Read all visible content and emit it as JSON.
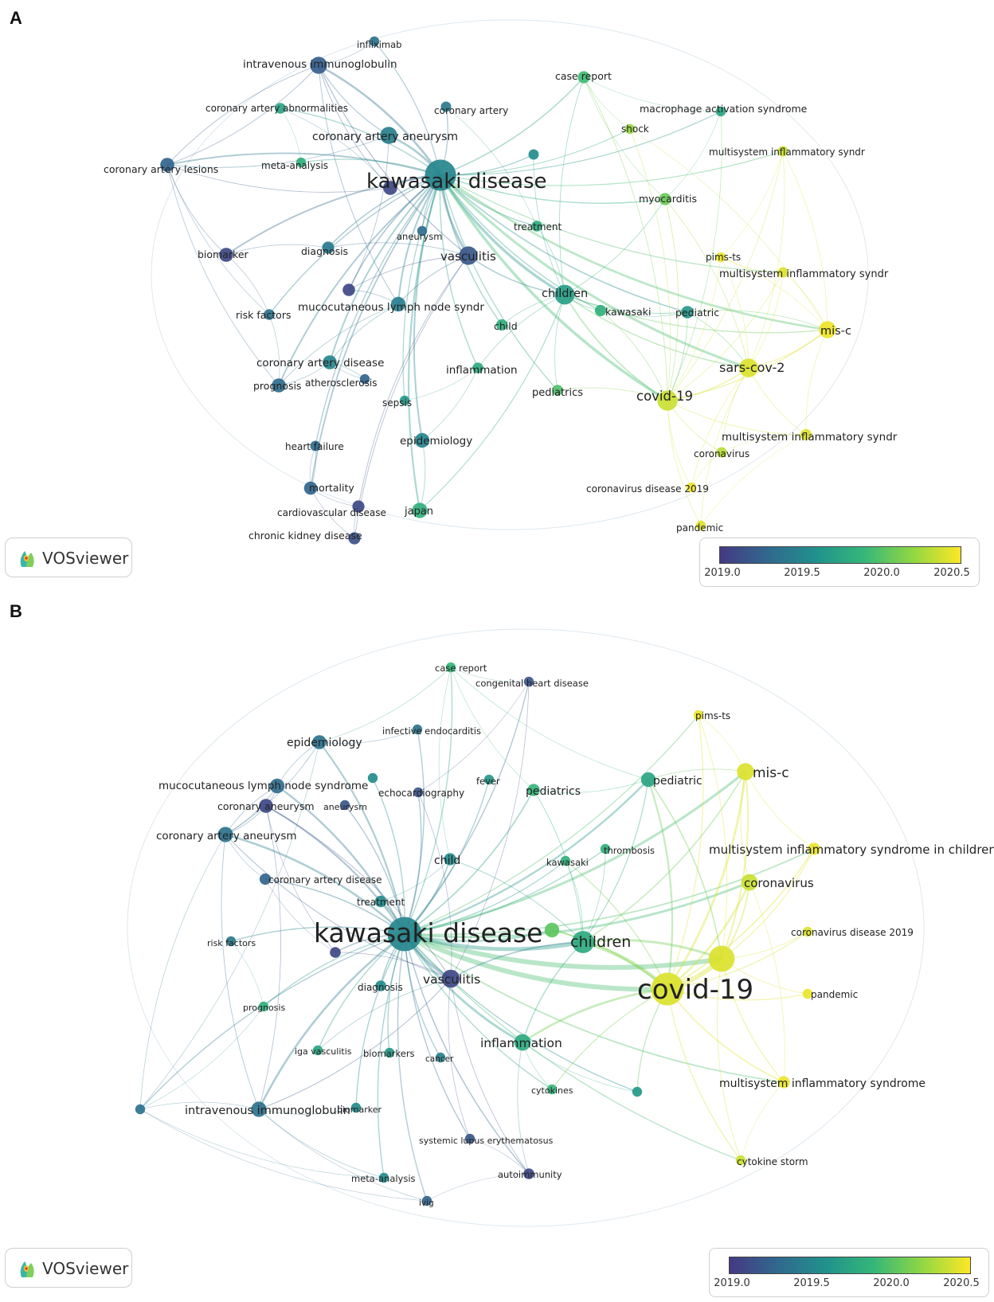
{
  "panels": [
    {
      "letter": "A",
      "logo_text": "VOSviewer",
      "legend_ticks": [
        "2019.0",
        "2019.5",
        "2020.0",
        "2020.5"
      ],
      "nodes": [
        {
          "id": "kd",
          "label": "kawasaki disease",
          "year": 2019.55,
          "weight": 10
        },
        {
          "id": "ivig",
          "label": "intravenous immunoglobulin",
          "year": 2019.25,
          "weight": 3
        },
        {
          "id": "inflix",
          "label": "infliximab",
          "year": 2019.4,
          "weight": 1
        },
        {
          "id": "caab",
          "label": "coronary artery abnormalities",
          "year": 2019.8,
          "weight": 1.2
        },
        {
          "id": "ca",
          "label": "coronary artery",
          "year": 2019.45,
          "weight": 1.1
        },
        {
          "id": "caa",
          "label": "coronary artery aneurysm",
          "year": 2019.5,
          "weight": 3
        },
        {
          "id": "cal",
          "label": "coronary artery lesions",
          "year": 2019.3,
          "weight": 2
        },
        {
          "id": "meta",
          "label": "meta-analysis",
          "year": 2019.9,
          "weight": 1
        },
        {
          "id": "biom",
          "label": "biomarker",
          "year": 2019.1,
          "weight": 2
        },
        {
          "id": "diag",
          "label": "diagnosis",
          "year": 2019.45,
          "weight": 1.5
        },
        {
          "id": "aneur",
          "label": "aneurysm",
          "year": 2019.35,
          "weight": 1
        },
        {
          "id": "vasc",
          "label": "vasculitis",
          "year": 2019.2,
          "weight": 3.5
        },
        {
          "id": "mlns",
          "label": "mucocutaneous lymph node syndr",
          "year": 2019.5,
          "weight": 2.2
        },
        {
          "id": "risk",
          "label": "risk factors",
          "year": 2019.4,
          "weight": 1.2
        },
        {
          "id": "cad",
          "label": "coronary artery disease",
          "year": 2019.55,
          "weight": 2
        },
        {
          "id": "prog",
          "label": "prognosis",
          "year": 2019.35,
          "weight": 2
        },
        {
          "id": "ather",
          "label": "atherosclerosis",
          "year": 2019.3,
          "weight": 1
        },
        {
          "id": "sepsis",
          "label": "sepsis",
          "year": 2019.7,
          "weight": 1
        },
        {
          "id": "infl",
          "label": "inflammation",
          "year": 2019.85,
          "weight": 1.2
        },
        {
          "id": "child",
          "label": "child",
          "year": 2019.9,
          "weight": 1.3
        },
        {
          "id": "children",
          "label": "children",
          "year": 2019.75,
          "weight": 4
        },
        {
          "id": "treat",
          "label": "treatment",
          "year": 2019.85,
          "weight": 1.2
        },
        {
          "id": "epid",
          "label": "epidemiology",
          "year": 2019.55,
          "weight": 2.2
        },
        {
          "id": "hf",
          "label": "heart failure",
          "year": 2019.35,
          "weight": 1.1
        },
        {
          "id": "mort",
          "label": "mortality",
          "year": 2019.3,
          "weight": 1.8
        },
        {
          "id": "cvd",
          "label": "cardiovascular disease",
          "year": 2019.1,
          "weight": 1.5
        },
        {
          "id": "ckd",
          "label": "chronic kidney disease",
          "year": 2019.15,
          "weight": 1.5
        },
        {
          "id": "japan",
          "label": "japan",
          "year": 2019.9,
          "weight": 2.4
        },
        {
          "id": "peds",
          "label": "pediatrics",
          "year": 2020.05,
          "weight": 1.2
        },
        {
          "id": "kawasaki",
          "label": "kawasaki",
          "year": 2019.9,
          "weight": 1.3
        },
        {
          "id": "pediatric",
          "label": "pediatric",
          "year": 2019.7,
          "weight": 1.6
        },
        {
          "id": "myo",
          "label": "myocarditis",
          "year": 2020.15,
          "weight": 1.5
        },
        {
          "id": "shock",
          "label": "shock",
          "year": 2020.3,
          "weight": 1
        },
        {
          "id": "mas",
          "label": "macrophage activation syndrome",
          "year": 2019.8,
          "weight": 1
        },
        {
          "id": "caserep",
          "label": "case report",
          "year": 2020.0,
          "weight": 1.5
        },
        {
          "id": "mis1",
          "label": "multisystem inflammatory syndr",
          "year": 2020.45,
          "weight": 1.1
        },
        {
          "id": "pims",
          "label": "pims-ts",
          "year": 2020.55,
          "weight": 1
        },
        {
          "id": "mis2",
          "label": "multisystem inflammatory syndr",
          "year": 2020.5,
          "weight": 1.1
        },
        {
          "id": "misc",
          "label": "mis-c",
          "year": 2020.55,
          "weight": 3
        },
        {
          "id": "sars",
          "label": "sars-cov-2",
          "year": 2020.5,
          "weight": 3.6
        },
        {
          "id": "covid",
          "label": "covid-19",
          "year": 2020.45,
          "weight": 4.2
        },
        {
          "id": "mis3",
          "label": "multisystem inflammatory syndr",
          "year": 2020.5,
          "weight": 1.3
        },
        {
          "id": "corona",
          "label": "coronavirus",
          "year": 2020.4,
          "weight": 1.1
        },
        {
          "id": "cd2019",
          "label": "coronavirus disease 2019",
          "year": 2020.55,
          "weight": 1
        },
        {
          "id": "pandemic",
          "label": "pandemic",
          "year": 2020.5,
          "weight": 1
        },
        {
          "id": "u1",
          "label": "",
          "year": 2019.1,
          "weight": 1.6
        },
        {
          "id": "u2",
          "label": "",
          "year": 2019.1,
          "weight": 2
        },
        {
          "id": "u3",
          "label": "",
          "year": 2019.6,
          "weight": 1.1
        }
      ]
    },
    {
      "letter": "B",
      "logo_text": "VOSviewer",
      "legend_ticks": [
        "2019.0",
        "2019.5",
        "2020.0",
        "2020.5"
      ],
      "nodes": [
        {
          "id": "kd",
          "label": "kawasaki disease",
          "year": 2019.55,
          "weight": 12
        },
        {
          "id": "covid",
          "label": "covid-19",
          "year": 2020.5,
          "weight": 11
        },
        {
          "id": "big2",
          "label": "",
          "year": 2020.5,
          "weight": 7
        },
        {
          "id": "children",
          "label": "children",
          "year": 2019.85,
          "weight": 5
        },
        {
          "id": "misc",
          "label": "mis-c",
          "year": 2020.5,
          "weight": 3
        },
        {
          "id": "mis_ch",
          "label": "multisystem inflammatory syndrome in children",
          "year": 2020.55,
          "weight": 1.5
        },
        {
          "id": "corona",
          "label": "coronavirus",
          "year": 2020.45,
          "weight": 2.8
        },
        {
          "id": "cd2019",
          "label": "coronavirus disease 2019",
          "year": 2020.5,
          "weight": 1
        },
        {
          "id": "pandemic",
          "label": "pandemic",
          "year": 2020.55,
          "weight": 1
        },
        {
          "id": "mis",
          "label": "multisystem inflammatory syndrome",
          "year": 2020.55,
          "weight": 1.5
        },
        {
          "id": "storm",
          "label": "cytokine storm",
          "year": 2020.45,
          "weight": 1
        },
        {
          "id": "pims",
          "label": "pims-ts",
          "year": 2020.55,
          "weight": 1
        },
        {
          "id": "pediatric",
          "label": "pediatric",
          "year": 2019.8,
          "weight": 2.2
        },
        {
          "id": "thromb",
          "label": "thrombosis",
          "year": 2019.9,
          "weight": 1
        },
        {
          "id": "kawasaki",
          "label": "kawasaki",
          "year": 2019.9,
          "weight": 1
        },
        {
          "id": "peds",
          "label": "pediatrics",
          "year": 2019.95,
          "weight": 1.5
        },
        {
          "id": "fever",
          "label": "fever",
          "year": 2019.7,
          "weight": 1
        },
        {
          "id": "echo",
          "label": "echocardiography",
          "year": 2019.2,
          "weight": 1
        },
        {
          "id": "caserep",
          "label": "case report",
          "year": 2019.95,
          "weight": 1
        },
        {
          "id": "chd",
          "label": "congenital heart disease",
          "year": 2019.2,
          "weight": 1
        },
        {
          "id": "ie",
          "label": "infective endocarditis",
          "year": 2019.4,
          "weight": 1
        },
        {
          "id": "epid",
          "label": "epidemiology",
          "year": 2019.4,
          "weight": 2
        },
        {
          "id": "mlns",
          "label": "mucocutaneous lymph node syndrome",
          "year": 2019.35,
          "weight": 2.2
        },
        {
          "id": "coran",
          "label": "coronary aneurysm",
          "year": 2019.1,
          "weight": 2
        },
        {
          "id": "aneur",
          "label": "aneurysm",
          "year": 2019.2,
          "weight": 1
        },
        {
          "id": "caa",
          "label": "coronary artery aneurysm",
          "year": 2019.4,
          "weight": 2.4
        },
        {
          "id": "child",
          "label": "child",
          "year": 2019.6,
          "weight": 1.5
        },
        {
          "id": "cad",
          "label": "coronary artery disease",
          "year": 2019.3,
          "weight": 1.3
        },
        {
          "id": "treat",
          "label": "treatment",
          "year": 2019.6,
          "weight": 1.4
        },
        {
          "id": "risk",
          "label": "risk factors",
          "year": 2019.45,
          "weight": 1
        },
        {
          "id": "vasc",
          "label": "vasculitis",
          "year": 2019.1,
          "weight": 3.3
        },
        {
          "id": "diag",
          "label": "diagnosis",
          "year": 2019.6,
          "weight": 1.2
        },
        {
          "id": "prog",
          "label": "prognosis",
          "year": 2019.9,
          "weight": 1
        },
        {
          "id": "iga",
          "label": "iga vasculitis",
          "year": 2019.8,
          "weight": 1
        },
        {
          "id": "biomk",
          "label": "biomarkers",
          "year": 2019.7,
          "weight": 1
        },
        {
          "id": "cancer",
          "label": "cancer",
          "year": 2019.5,
          "weight": 1
        },
        {
          "id": "infl",
          "label": "inflammation",
          "year": 2019.85,
          "weight": 2.8
        },
        {
          "id": "cytok",
          "label": "cytokines",
          "year": 2019.95,
          "weight": 1
        },
        {
          "id": "ivig",
          "label": "intravenous immunoglobulin",
          "year": 2019.4,
          "weight": 2.4
        },
        {
          "id": "biom",
          "label": "biomarker",
          "year": 2019.6,
          "weight": 1
        },
        {
          "id": "sle",
          "label": "systemic lupus erythematosus",
          "year": 2019.2,
          "weight": 1
        },
        {
          "id": "meta",
          "label": "meta-analysis",
          "year": 2019.6,
          "weight": 1
        },
        {
          "id": "auto",
          "label": "autoimmunity",
          "year": 2019.1,
          "weight": 1.2
        },
        {
          "id": "ivig2",
          "label": "ivig",
          "year": 2019.3,
          "weight": 1
        },
        {
          "id": "u1",
          "label": "",
          "year": 2020.1,
          "weight": 2.2
        },
        {
          "id": "u2",
          "label": "",
          "year": 2019.4,
          "weight": 1
        },
        {
          "id": "u3",
          "label": "",
          "year": 2019.6,
          "weight": 1
        },
        {
          "id": "u4",
          "label": "",
          "year": 2019.7,
          "weight": 1
        },
        {
          "id": "u5",
          "label": "",
          "year": 2019.1,
          "weight": 1.2
        }
      ]
    }
  ]
}
